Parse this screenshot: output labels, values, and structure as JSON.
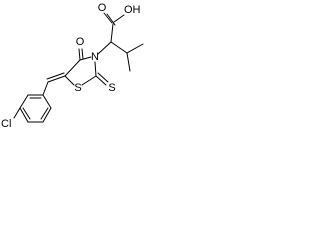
{
  "molecule": {
    "atoms": {
      "carboxyl_oh": "OH",
      "carboxyl_o": "O",
      "ring_carbonyl_o": "O",
      "ring_n": "N",
      "ring_s": "S",
      "thione_s": "S",
      "chlorine": "Cl"
    },
    "colors": {
      "bonds": "#000000",
      "labels": "#000000",
      "background": "#ffffff"
    }
  }
}
